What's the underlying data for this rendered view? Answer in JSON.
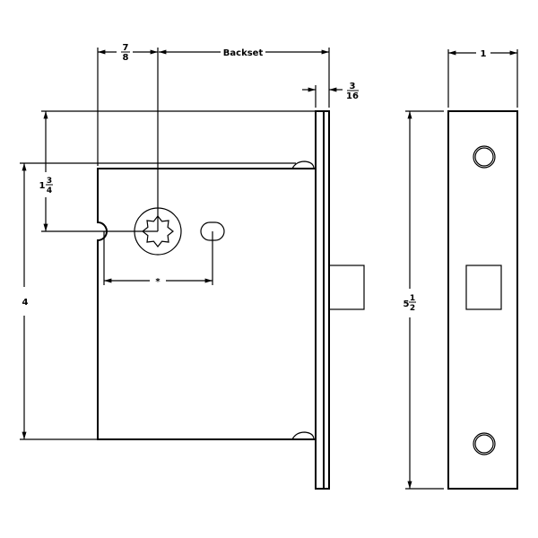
{
  "drawing": {
    "dimensions": {
      "case_offset": {
        "num": "7",
        "den": "8"
      },
      "backset": "Backset",
      "faceplate_thickness": {
        "num": "3",
        "den": "16"
      },
      "spindle_height": {
        "whole": "1",
        "num": "3",
        "den": "4"
      },
      "case_height": "4",
      "spindle_to_keyhole": "*",
      "faceplate_height": {
        "whole": "5",
        "num": "1",
        "den": "2"
      },
      "faceplate_width": "1"
    }
  }
}
